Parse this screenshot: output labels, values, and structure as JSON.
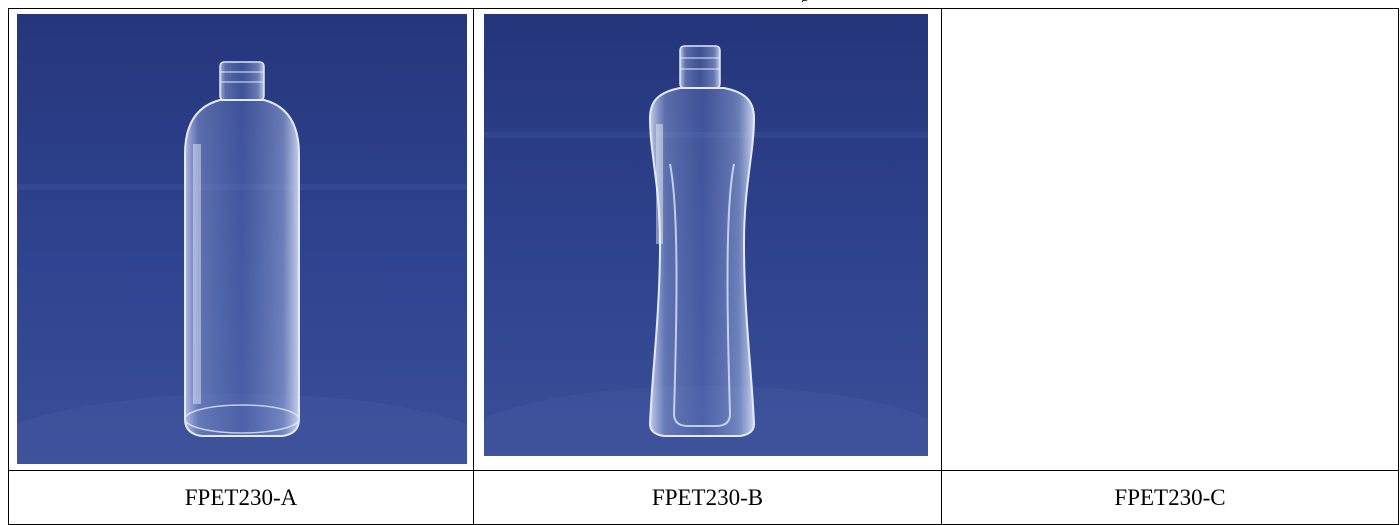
{
  "header": {
    "fragment_text": "g"
  },
  "products": [
    {
      "label": "FPET230-A",
      "photo_alt": "Clear PET round bottle",
      "has_photo": true
    },
    {
      "label": "FPET230-B",
      "photo_alt": "Clear PET shaped bottle",
      "has_photo": true
    },
    {
      "label": "FPET230-C",
      "has_photo": false
    }
  ],
  "colors": {
    "backdrop": "#2c3f8a",
    "backdrop_dark": "#1e2c66",
    "border": "#000000"
  }
}
